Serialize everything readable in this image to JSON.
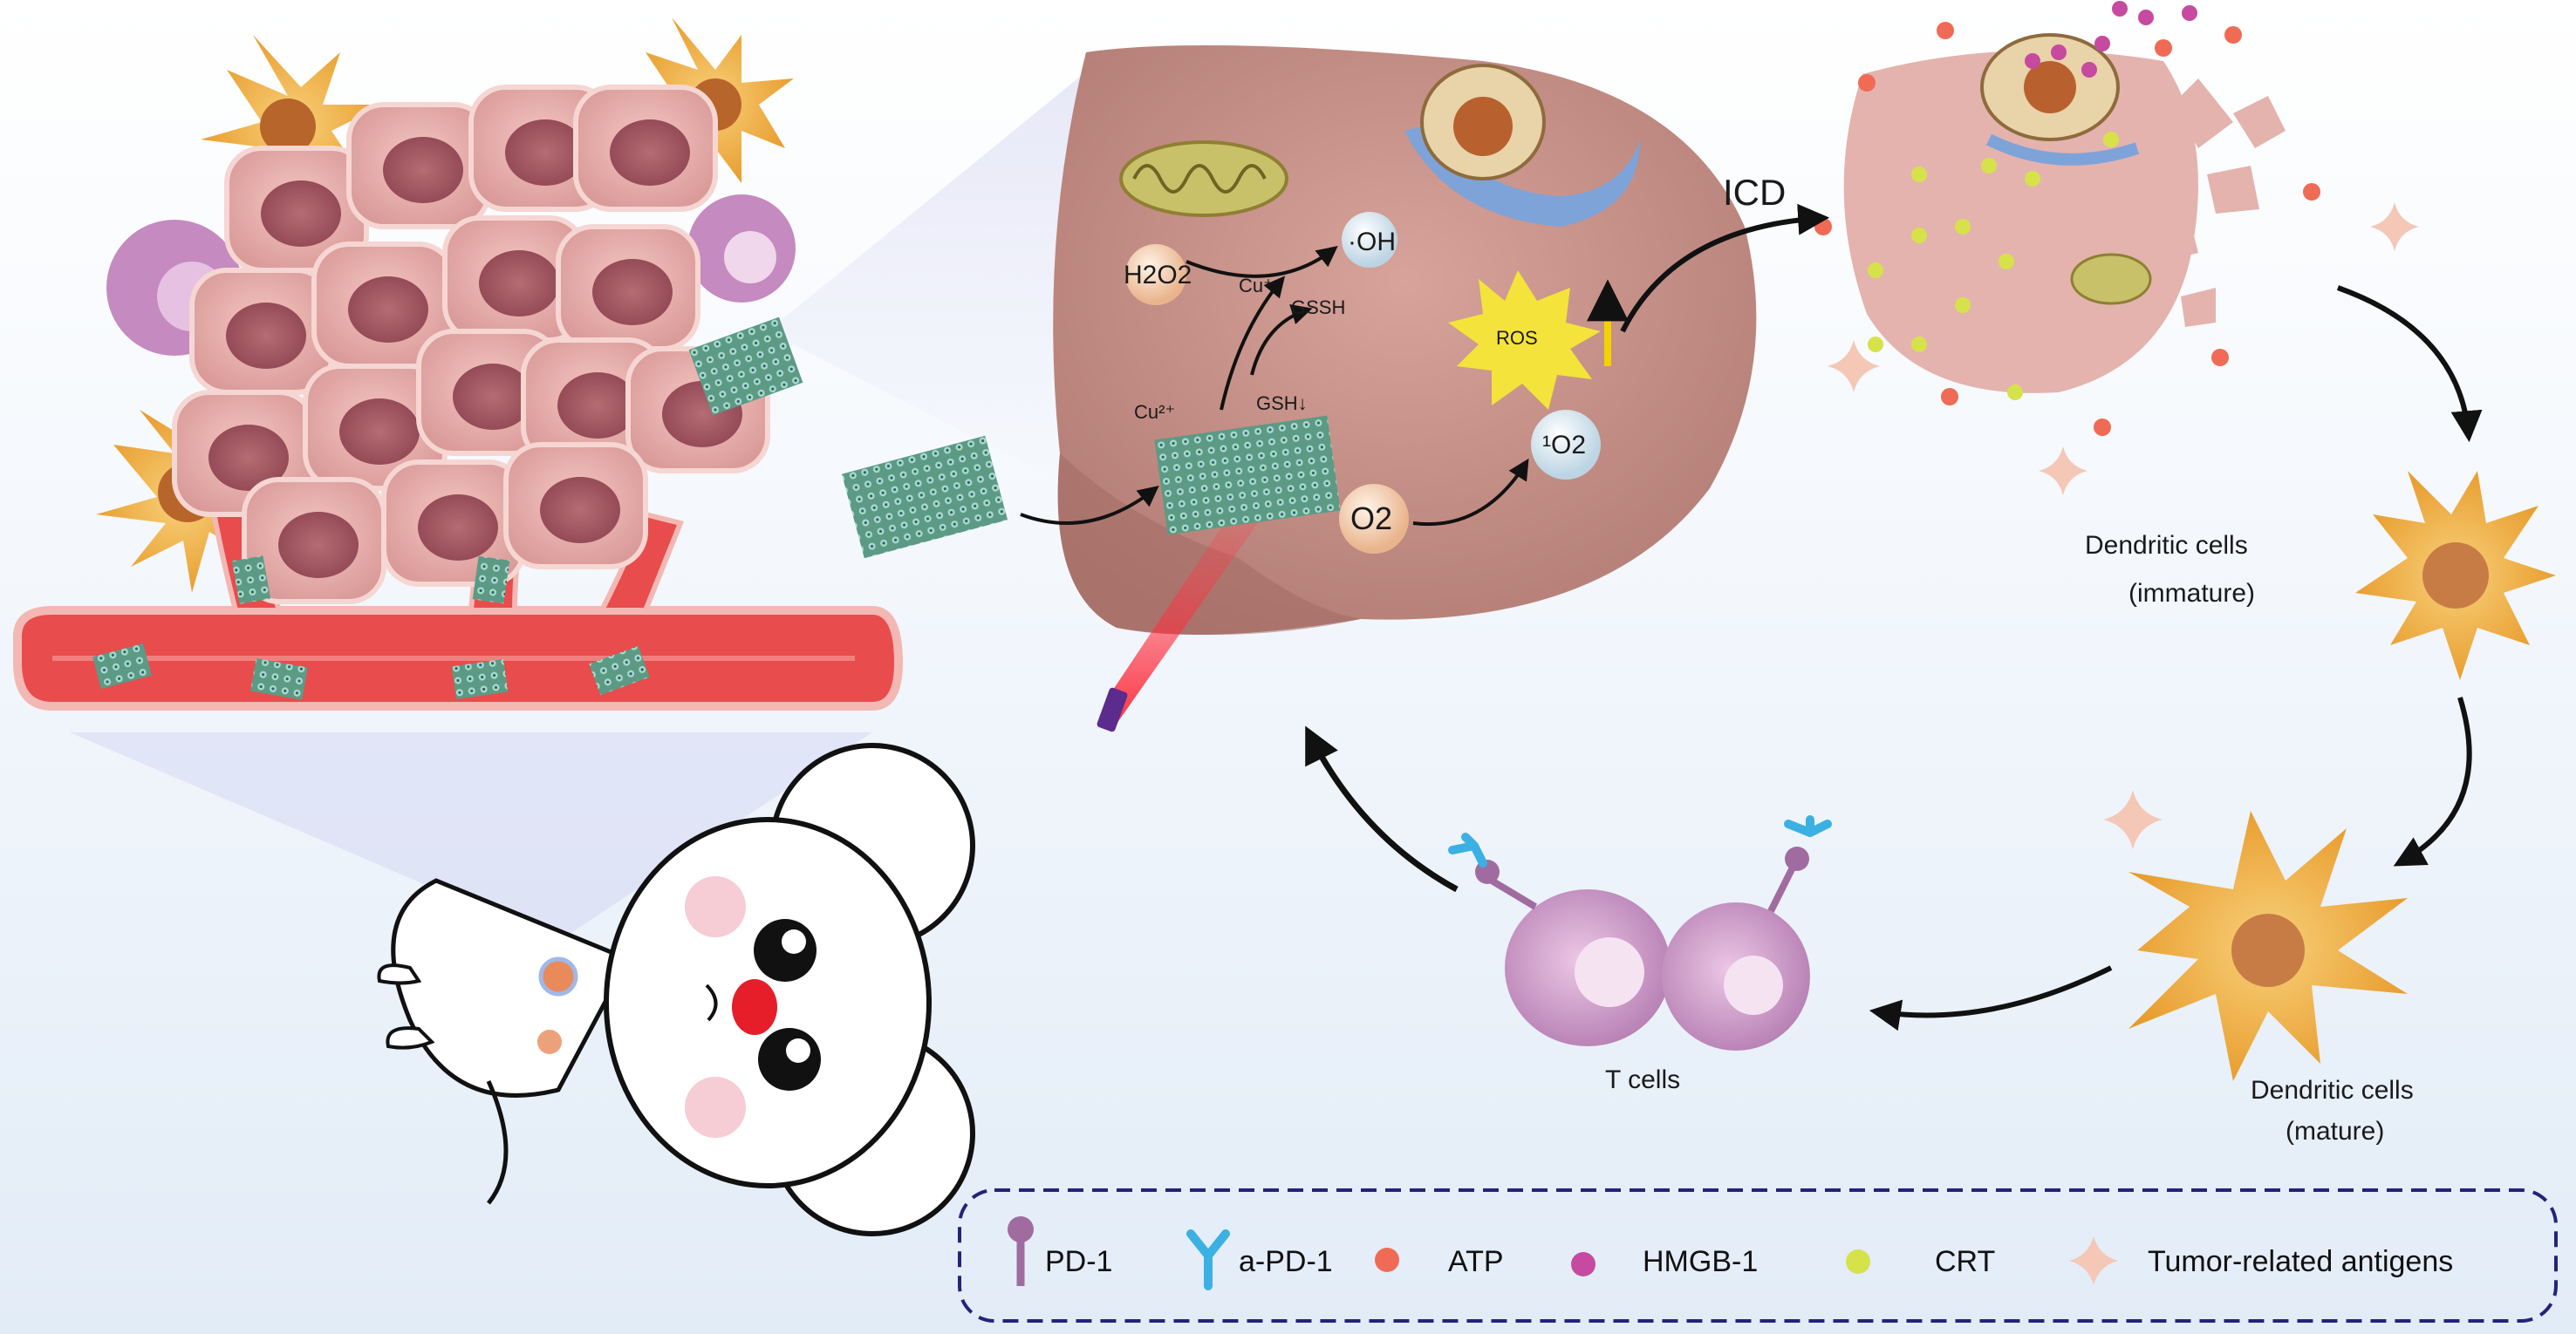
{
  "labels": {
    "h2o2": "H2O2",
    "oh": "·OH",
    "cu_plus": "Cu⁺",
    "gssh": "GSSH",
    "cu2": "Cu²⁺",
    "gsh": "GSH↓",
    "ros": "ROS",
    "o2": "O2",
    "singlet_o2": "¹O2",
    "icd": "ICD",
    "dc_immature_1": "Dendritic cells",
    "dc_immature_2": "(immature)",
    "dc_mature_1": "Dendritic cells",
    "dc_mature_2": "(mature)",
    "t_cells": "T cells"
  },
  "legend": {
    "pd1": "PD-1",
    "apd1": "a-PD-1",
    "atp": "ATP",
    "hmgb1": "HMGB-1",
    "crt": "CRT",
    "antigens": "Tumor-related antigens"
  },
  "colors": {
    "atp": "#ef6b55",
    "hmgb1": "#c64aa0",
    "crt": "#d6e24a",
    "antigen": "#f4c7b6",
    "pd1": "#a06ca0",
    "apd1": "#3bb0e3",
    "tumor_cell": "#e9b2b0",
    "vessel": "#e8484a",
    "dendritic": "#f0b43a"
  }
}
